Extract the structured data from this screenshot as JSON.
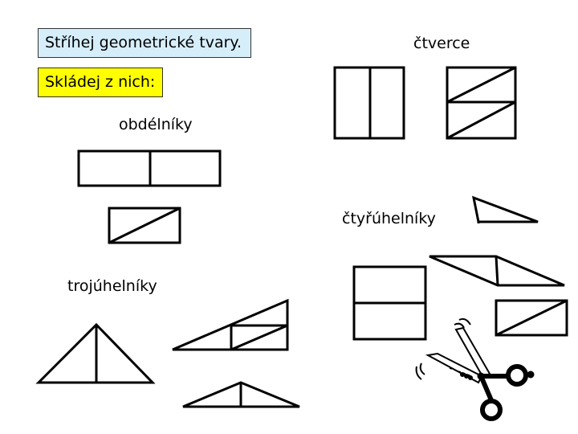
{
  "instructions": {
    "cut_text": "Stříhej geometrické tvary.",
    "cut_bg": "#d6eefa",
    "fold_text": "Skládej z nich:",
    "fold_bg": "#ffff00"
  },
  "categories": {
    "squares": "čtverce",
    "rectangles": "obdélníky",
    "quadrilaterals": "čtyřúhelníky",
    "triangles": "trojúhelníky"
  },
  "icons": {
    "scissors": "scissors-icon"
  }
}
